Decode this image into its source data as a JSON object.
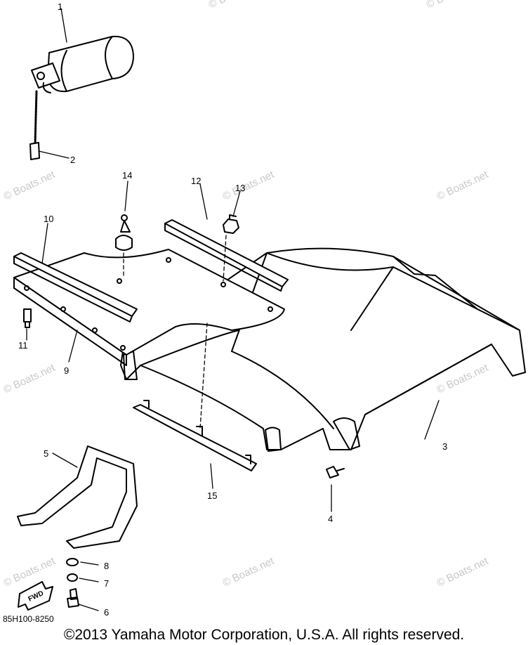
{
  "callouts": {
    "c1": "1",
    "c2": "2",
    "c3": "3",
    "c4": "4",
    "c5": "5",
    "c6": "6",
    "c7": "7",
    "c8": "8",
    "c9": "9",
    "c10": "10",
    "c11": "11",
    "c12": "12",
    "c13": "13",
    "c14": "14",
    "c15": "15"
  },
  "watermark": "© Boats.net",
  "arrow_label": "FWD",
  "drawing_code": "85H100-8250",
  "copyright": "©2013 Yamaha Motor Corporation, U.S.A. All rights reserved."
}
